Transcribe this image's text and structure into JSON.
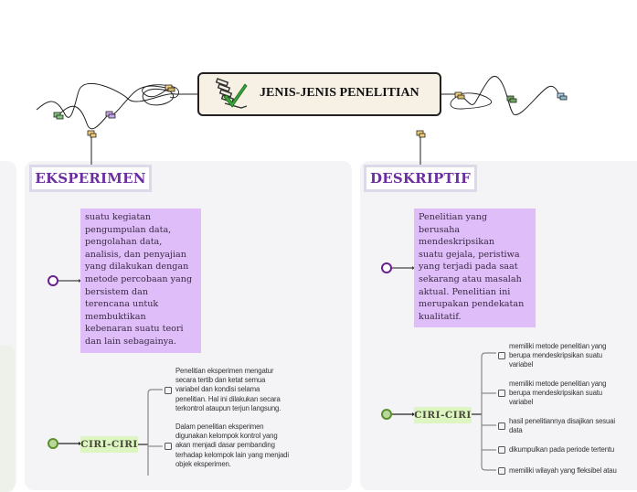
{
  "root": {
    "title": "JENIS-JENIS PENELITIAN",
    "icon": "checklist-icon"
  },
  "branches": [
    {
      "title": "EKSPERIMEN",
      "definition": "suatu kegiatan pengumpulan data, pengolahan data, analisis, dan penyajian yang dilakukan dengan metode percobaan yang bersistem dan terencana untuk membuktikan kebenaran suatu teori dan lain sebagainya.",
      "definition_lines": [
        "suatu kegiatan",
        "pengumpulan data,",
        "pengolahan data,",
        "analisis, dan penyajian",
        "yang dilakukan dengan",
        "metode percobaan yang",
        "bersistem dan",
        "terencana untuk",
        "membuktikan",
        "kebenaran suatu teori",
        "dan lain sebagainya."
      ],
      "ciri_label": "CIRI-CIRI",
      "ciri": [
        {
          "text": "Penelitian eksperimen mengatur secara tertib dan ketat semua variabel dan kondisi selama penelitian. Hal ini dilakukan secara terkontrol ataupun terjun langsung.",
          "lines": [
            "Penelitian eksperimen mengatur",
            "secara tertib dan ketat semua",
            "variabel dan kondisi selama",
            "penelitian. Hal ini dilakukan secara",
            "terkontrol ataupun terjun langsung."
          ]
        },
        {
          "text": "Dalam penelitian eksperimen digunakan kelompok kontrol yang akan menjadi dasar pembanding terhadap kelompok lain yang menjadi objek eksperimen.",
          "lines": [
            "Dalam penelitian eksperimen",
            "digunakan kelompok kontrol yang",
            "akan menjadi dasar pembanding",
            "terhadap kelompok lain yang menjadi",
            "objek eksperimen."
          ]
        }
      ]
    },
    {
      "title": "DESKRIPTIF",
      "definition": "Penelitian yang berusaha mendeskripsikan suatu gejala, peristiwa yang terjadi pada saat sekarang atau masalah aktual. Penelitian ini merupakan pendekatan kualitatif.",
      "definition_lines": [
        "Penelitian yang",
        "berusaha",
        "mendeskripsikan",
        "suatu gejala, peristiwa",
        "yang terjadi pada saat",
        "sekarang atau masalah",
        "aktual. Penelitian ini",
        "merupakan pendekatan",
        "kualitatif."
      ],
      "ciri_label": "CIRI-CIRI",
      "ciri": [
        {
          "text": "memiliki metode penelitian yang berupa mendeskripsikan suatu variabel",
          "lines": [
            "memiliki metode penelitian yang",
            "berupa mendeskripsikan suatu",
            "variabel"
          ]
        },
        {
          "text": "memiliki metode penelitian yang berupa mendeskripsikan suatu variabel",
          "lines": [
            "memiliki metode penelitian yang",
            "berupa mendeskripsikan suatu",
            "variabel"
          ]
        },
        {
          "text": "hasil penelitiannya disajikan sesuai data",
          "lines": [
            "hasil penelitiannya disajikan sesuai",
            "data"
          ]
        },
        {
          "text": "dikumpulkan pada periode tertentu",
          "lines": [
            "dikumpulkan pada periode tertentu"
          ]
        },
        {
          "text": "memiliki wilayah yang fleksibel atau",
          "lines": [
            "memiliki wilayah yang fleksibel atau"
          ]
        }
      ]
    }
  ],
  "colors": {
    "branch_title": "#6b2fa0",
    "definition_bg": "#dfbdf8",
    "ciri_bg": "#dcf5c1",
    "root_bg": "#f7f1e5",
    "panel_bg": "#f4f4f7"
  }
}
